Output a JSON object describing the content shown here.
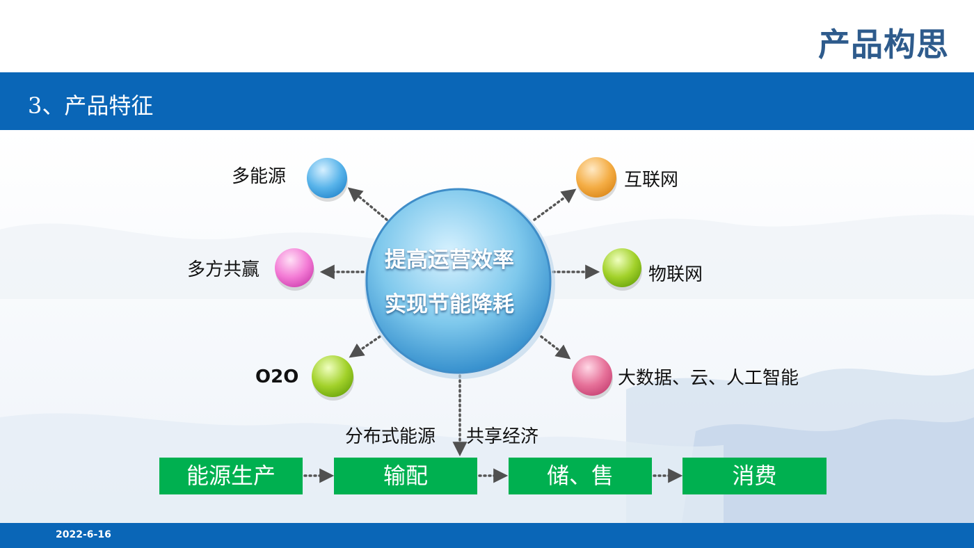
{
  "header": {
    "title": "产品构思"
  },
  "banner": {
    "text": "3、产品特征"
  },
  "footer": {
    "date": "2022-6-16"
  },
  "center": {
    "line1": "提高运营效率",
    "line2": "实现节能降耗"
  },
  "nodes": {
    "multi_energy": "多能源",
    "win_win": "多方共赢",
    "o2o": "O2O",
    "internet": "互联网",
    "iot": "物联网",
    "bigdata": "大数据、云、人工智能"
  },
  "bottom_labels": {
    "distributed": "分布式能源",
    "sharing": "共享经济"
  },
  "chain": [
    "能源生产",
    "输配",
    "储、售",
    "消费"
  ],
  "colors": {
    "banner": "#0a66b7",
    "title": "#2e5b8c",
    "step": "#00b050",
    "node_blue": "#4aa9e6",
    "node_pink": "#f06bd0",
    "node_green": "#8fc41a",
    "node_orange": "#f0a030",
    "node_rose": "#e0608e"
  }
}
